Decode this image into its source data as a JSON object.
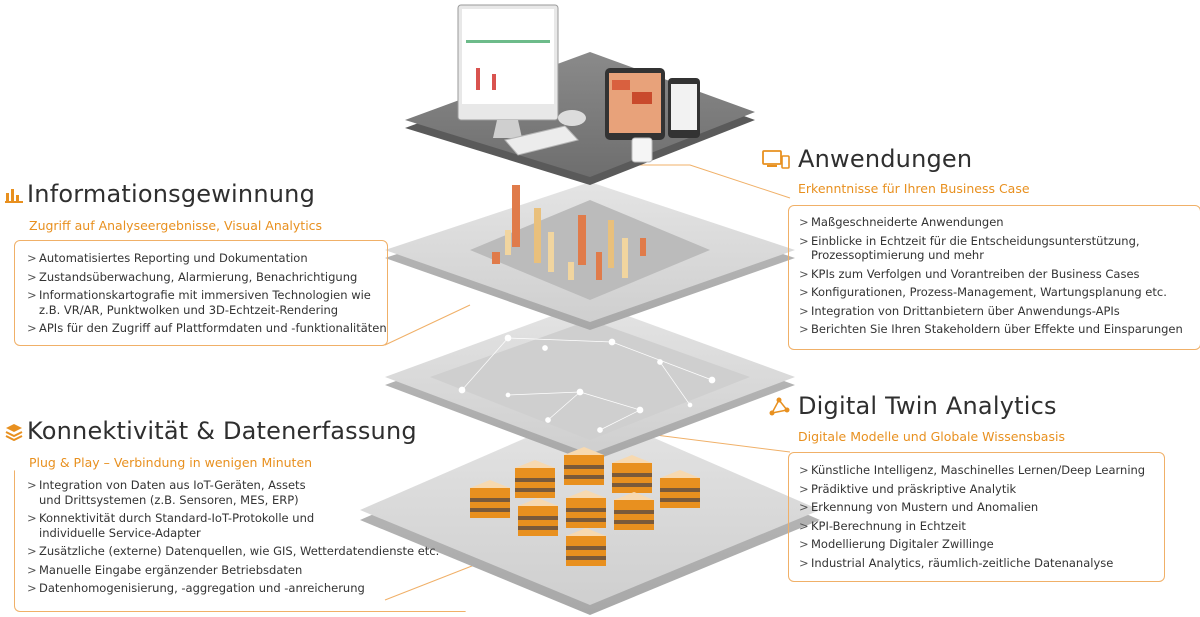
{
  "sections": {
    "informationsgewinnung": {
      "title": "Informationsgewinnung",
      "subtitle": "Zugriff auf Analyseergebnisse, Visual Analytics",
      "items": [
        "Automatisiertes Reporting und Dokumentation",
        "Zustandsüberwachung, Alarmierung, Benachrichtigung",
        "Informationskartografie mit immersiven Technologien wie z.B. VR/AR, Punktwolken und 3D-Echtzeit-Rendering",
        "APIs für den Zugriff auf Plattformdaten und -funktionalitäten"
      ],
      "icon": "bar-chart-icon"
    },
    "anwendungen": {
      "title": "Anwendungen",
      "subtitle": "Erkenntnisse für Ihren Business Case",
      "items": [
        "Maßgeschneiderte Anwendungen",
        "Einblicke in Echtzeit für die Entscheidungsunterstützung, Prozessoptimierung und mehr",
        "KPIs zum Verfolgen und Vorantreiben der Business Cases",
        "Konfigurationen, Prozess-Management, Wartungsplanung etc.",
        "Integration von Drittanbietern über Anwendungs-APIs",
        "Berichten Sie Ihren Stakeholdern über Effekte und Einsparungen"
      ],
      "icon": "devices-icon"
    },
    "konnektivitaet": {
      "title": "Konnektivität & Datenerfassung",
      "subtitle": "Plug & Play – Verbindung in wenigen Minuten",
      "items": [
        "Integration von Daten aus IoT-Geräten, Assets und Drittsystemen (z.B. Sensoren, MES, ERP)",
        "Konnektivität durch Standard-IoT-Protokolle und individuelle Service-Adapter",
        "Zusätzliche (externe) Datenquellen, wie GIS, Wetterdatendienste etc.",
        "Manuelle Eingabe ergänzender Betriebsdaten",
        "Datenhomogenisierung, -aggregation und -anreicherung"
      ],
      "icon": "layers-icon"
    },
    "digital_twin": {
      "title": "Digital Twin Analytics",
      "subtitle": "Digitale Modelle und Globale Wissensbasis",
      "items": [
        "Künstliche Intelligenz, Maschinelles Lernen/Deep Learning",
        "Prädiktive und präskriptive Analytik",
        "Erkennung von Mustern und Anomalien",
        "KPI-Berechnung in Echtzeit",
        "Modellierung Digitaler Zwillinge",
        "Industrial Analytics, räumlich-zeitliche Datenanalyse"
      ],
      "icon": "network-nodes-icon"
    }
  },
  "colors": {
    "accent": "#e8901f",
    "box_border": "#f0b068",
    "title": "#2f2f2f",
    "layer_top": "#7a7a7a",
    "layer_light": "#d9d9d9"
  }
}
